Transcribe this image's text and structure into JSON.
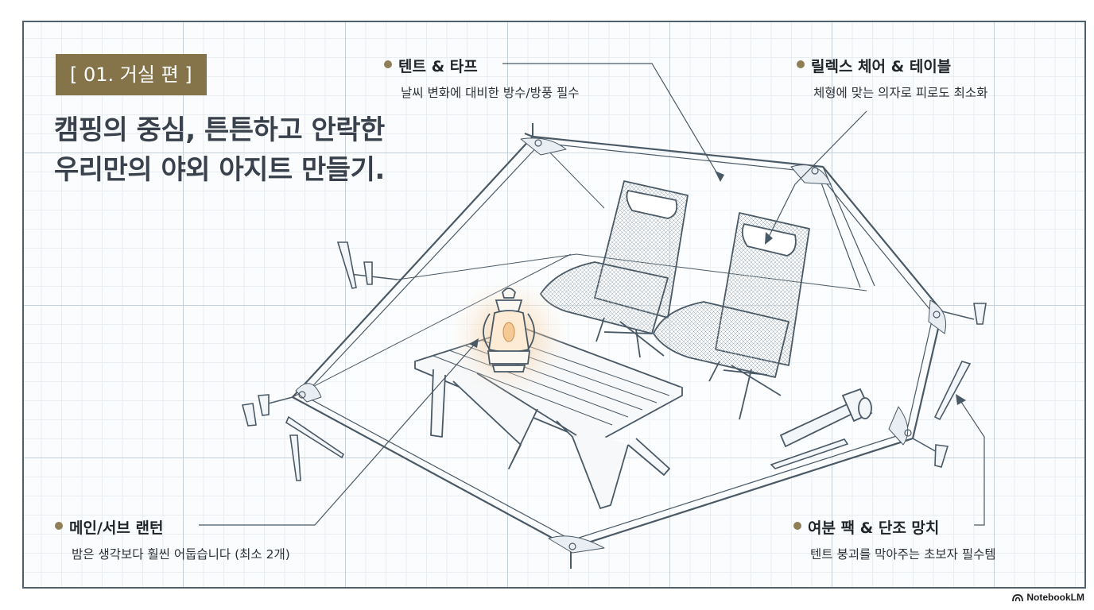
{
  "section_label": "[ 01. 거실 편 ]",
  "headline": {
    "line1": "캠핑의 중심, 튼튼하고 안락한",
    "line2": "우리만의 야외 아지트 만들기."
  },
  "callouts": [
    {
      "title": "텐트 & 타프",
      "desc": "날씨 변화에 대비한 방수/방풍 필수"
    },
    {
      "title": "릴렉스 체어 & 테이블",
      "desc": "체형에 맞는 의자로 피로도 최소화"
    },
    {
      "title": "메인/서브 랜턴",
      "desc": "밤은 생각보다 훨씬 어둡습니다 (최소 2개)"
    },
    {
      "title": "여분 팩 & 단조 망치",
      "desc": "텐트 붕괴를 막아주는 초보자 필수템"
    }
  ],
  "brand": {
    "name": "NotebookLM",
    "icon": "notebooklm-logo-icon"
  },
  "colors": {
    "accent": "#857349",
    "line": "#4a5966",
    "grid": "#c6d0d8",
    "lantern_glow": "#f2b46a"
  }
}
